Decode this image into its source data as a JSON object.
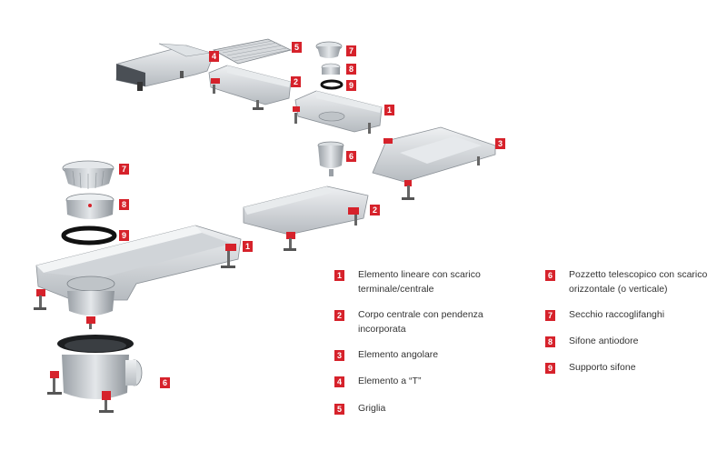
{
  "callouts": {
    "c1": "1",
    "c2": "2",
    "c3": "3",
    "c4": "4",
    "c5": "5",
    "c6": "6",
    "c7": "7",
    "c8": "8",
    "c9": "9"
  },
  "legend": [
    {
      "num": "1",
      "text": "Elemento lineare con scarico terminale/centrale"
    },
    {
      "num": "2",
      "text": "Corpo centrale con pendenza incorporata"
    },
    {
      "num": "3",
      "text": "Elemento angolare"
    },
    {
      "num": "4",
      "text": "Elemento a “T”"
    },
    {
      "num": "5",
      "text": "Griglia"
    },
    {
      "num": "6",
      "text": "Pozzetto telescopico con scarico orizzontale (o verticale)"
    },
    {
      "num": "7",
      "text": "Secchio raccoglifanghi"
    },
    {
      "num": "8",
      "text": "Sifone antiodore"
    },
    {
      "num": "9",
      "text": "Supporto sifone"
    }
  ],
  "colors": {
    "accent": "#d6222b",
    "steel": "#c8ccd0",
    "text": "#333333"
  }
}
